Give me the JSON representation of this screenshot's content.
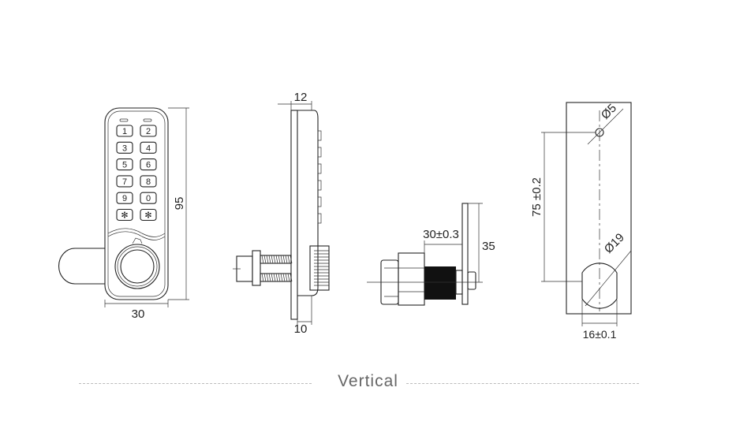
{
  "title": "Vertical",
  "front_view": {
    "keys": [
      "1",
      "2",
      "3",
      "4",
      "5",
      "6",
      "7",
      "8",
      "9",
      "0",
      "✻",
      "✻"
    ],
    "height_label": "95",
    "width_label": "30"
  },
  "side_view": {
    "top_label": "12",
    "bottom_label": "10"
  },
  "cam_view": {
    "length_label": "30±0.3",
    "cam_label": "35"
  },
  "cutout_view": {
    "spacing_label": "75 ±0.2",
    "small_hole_label": "Ø5",
    "large_hole_label": "Ø19",
    "flat_label": "16±0.1"
  }
}
